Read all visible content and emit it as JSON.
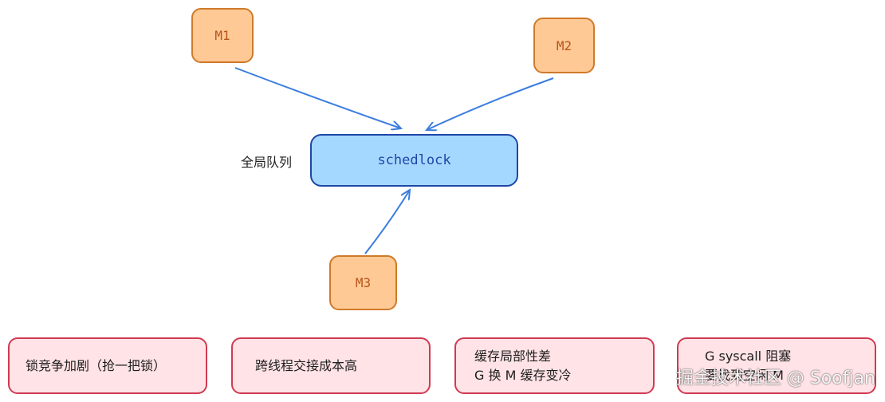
{
  "nodes": {
    "m1": "M1",
    "m2": "M2",
    "m3": "M3",
    "lock": "schedlock",
    "lock_label": "全局队列"
  },
  "bottom_boxes": [
    {
      "lines": [
        "锁竞争加剧（抢一把锁）"
      ]
    },
    {
      "lines": [
        "跨线程交接成本高"
      ]
    },
    {
      "lines": [
        "缓存局部性差",
        "G 换 M 缓存变冷"
      ]
    },
    {
      "lines": [
        "G syscall 阻塞",
        "要找到空闲 M"
      ]
    }
  ],
  "colors": {
    "m_fill": "#ffc995",
    "m_stroke": "#cf7a2a",
    "lock_fill": "#a5d8ff",
    "lock_stroke": "#1e47a8",
    "arrow": "#3b7de0",
    "issue_fill": "#ffe3e6",
    "issue_stroke": "#d03a52"
  },
  "watermark": "掘金技术社区 @ Soofjan"
}
